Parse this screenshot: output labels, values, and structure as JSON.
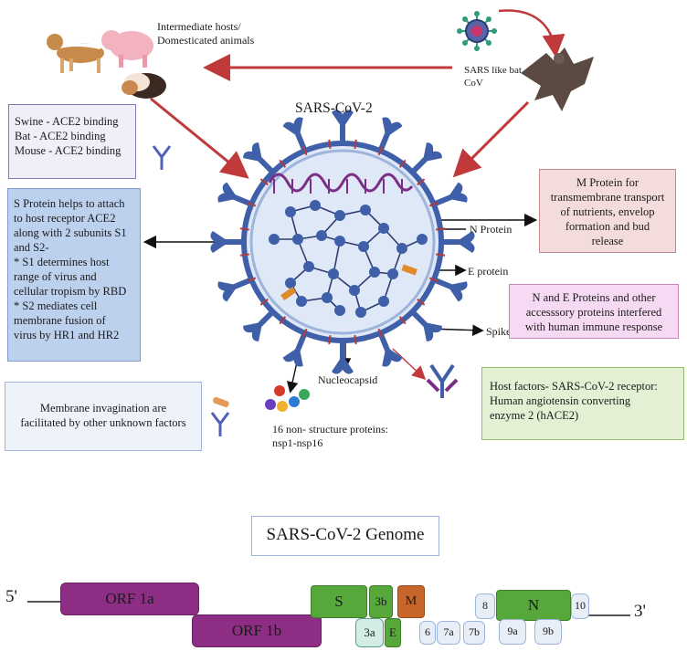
{
  "title": "SARS-CoV-2",
  "labels": {
    "intermediate": [
      "Intermediate hosts/",
      "Domesticated animals"
    ],
    "bat": [
      "SARS like bat",
      "CoV"
    ],
    "n_protein": "N Protein",
    "e_protein": "E protein",
    "spike": "Spike",
    "nucleocapsid": "Nucleocapsid",
    "nsp": [
      "16 non- structure proteins:",
      "nsp1-nsp16"
    ]
  },
  "boxes": {
    "ace2_binding": [
      "Swine - ACE2 binding",
      "Bat - ACE2 binding",
      "Mouse - ACE2 binding"
    ],
    "s_protein": [
      "S Protein helps to attach",
      "to host receptor ACE2",
      "along with 2 subunits S1",
      "and S2-",
      "* S1 determines host",
      "range of virus and",
      "cellular tropism by RBD",
      "* S2 mediates cell",
      "membrane fusion of",
      "virus by HR1 and HR2"
    ],
    "membrane": [
      "Membrane invagination are",
      "facilitated by other unknown factors"
    ],
    "m_protein": [
      "M Protein for",
      "transmembrane transport",
      "of nutrients, envelop",
      "formation and bud",
      "release"
    ],
    "ne_proteins": [
      "N and E Proteins and other",
      "accesssory proteins interfered",
      "with human immune response"
    ],
    "host_factors": [
      "Host factors- SARS-CoV-2 receptor:",
      "Human angiotensin converting",
      "enzyme 2 (hACE2)"
    ]
  },
  "genome": {
    "title": "SARS-CoV-2 Genome",
    "five_prime": "5'",
    "three_prime": "3'",
    "genes": [
      "ORF 1a",
      "ORF 1b",
      "S",
      "3b",
      "M",
      "3a",
      "E",
      "6",
      "7a",
      "7b",
      "8",
      "N",
      "10",
      "9a",
      "9b"
    ]
  },
  "colors": {
    "orf": "#8e2d84",
    "green": "#56a83a",
    "m": "#c8652a",
    "accessory": "#e8eef8",
    "arrow": "#c0393b",
    "virus_blue": "#3f5fa8",
    "rna": "#7b2e86"
  }
}
